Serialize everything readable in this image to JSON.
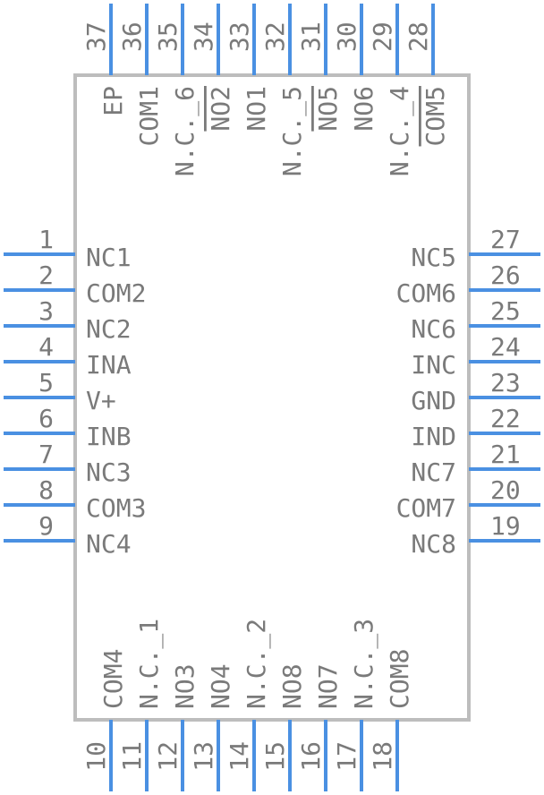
{
  "component": {
    "left_pins": [
      {
        "number": "1",
        "label": "NC1"
      },
      {
        "number": "2",
        "label": "COM2"
      },
      {
        "number": "3",
        "label": "NC2"
      },
      {
        "number": "4",
        "label": "INA"
      },
      {
        "number": "5",
        "label": "V+"
      },
      {
        "number": "6",
        "label": "INB"
      },
      {
        "number": "7",
        "label": "NC3"
      },
      {
        "number": "8",
        "label": "COM3"
      },
      {
        "number": "9",
        "label": "NC4"
      }
    ],
    "right_pins": [
      {
        "number": "27",
        "label": "NC5"
      },
      {
        "number": "26",
        "label": "COM6"
      },
      {
        "number": "25",
        "label": "NC6"
      },
      {
        "number": "24",
        "label": "INC"
      },
      {
        "number": "23",
        "label": "GND"
      },
      {
        "number": "22",
        "label": "IND"
      },
      {
        "number": "21",
        "label": "NC7"
      },
      {
        "number": "20",
        "label": "COM7"
      },
      {
        "number": "19",
        "label": "NC8"
      }
    ],
    "top_pins": [
      {
        "number": "37",
        "label": "EP"
      },
      {
        "number": "36",
        "label": "COM1"
      },
      {
        "number": "35",
        "label": "N.C._6"
      },
      {
        "number": "34",
        "label": "NO2",
        "overline": true
      },
      {
        "number": "33",
        "label": "NO1"
      },
      {
        "number": "32",
        "label": "N.C._5"
      },
      {
        "number": "31",
        "label": "NO5",
        "overline": true
      },
      {
        "number": "30",
        "label": "NO6"
      },
      {
        "number": "29",
        "label": "N.C._4"
      },
      {
        "number": "28",
        "label": "COM5",
        "overline": true
      }
    ],
    "bottom_pins": [
      {
        "number": "10",
        "label": "COM4"
      },
      {
        "number": "11",
        "label": "N.C._1"
      },
      {
        "number": "12",
        "label": "NO3"
      },
      {
        "number": "13",
        "label": "NO4"
      },
      {
        "number": "14",
        "label": "N.C._2"
      },
      {
        "number": "15",
        "label": "NO8"
      },
      {
        "number": "16",
        "label": "NO7"
      },
      {
        "number": "17",
        "label": "N.C._3"
      },
      {
        "number": "18",
        "label": "COM8"
      }
    ],
    "colors": {
      "pin": "#4a90e2",
      "outline": "#bdbdbd",
      "text": "#7a7a7a"
    }
  }
}
